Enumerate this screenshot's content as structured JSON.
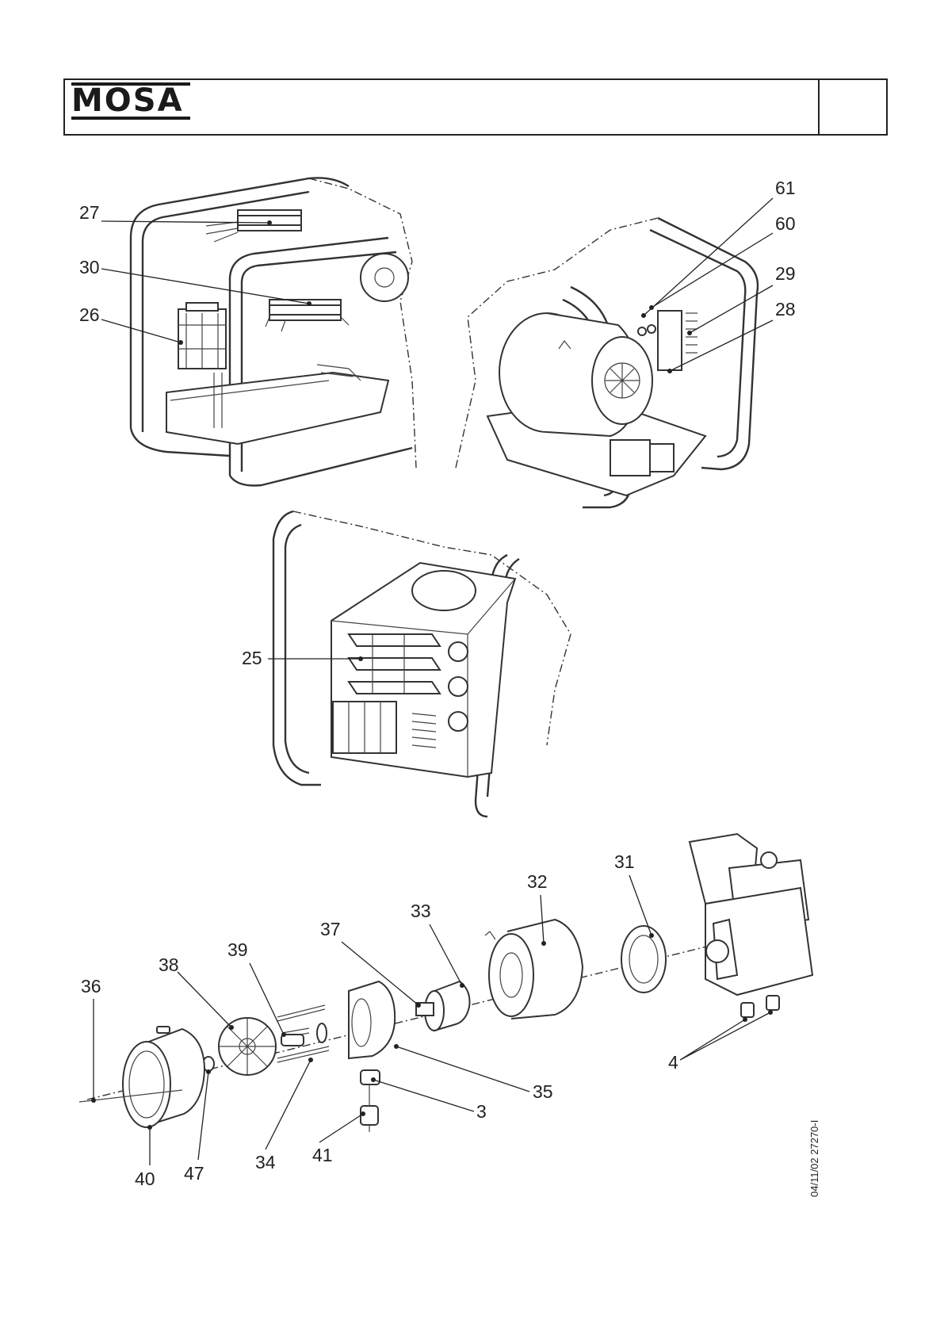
{
  "header": {
    "logo_text": "MOSA"
  },
  "callouts": {
    "c27": "27",
    "c30": "30",
    "c26": "26",
    "c61": "61",
    "c60": "60",
    "c29": "29",
    "c28": "28",
    "c25": "25",
    "c31": "31",
    "c32": "32",
    "c33": "33",
    "c37": "37",
    "c39": "39",
    "c38": "38",
    "c36": "36",
    "c35": "35",
    "c3": "3",
    "c4": "4",
    "c34": "34",
    "c41": "41",
    "c40": "40",
    "c47": "47"
  },
  "doc_ref": "04/11/02 27270-I"
}
